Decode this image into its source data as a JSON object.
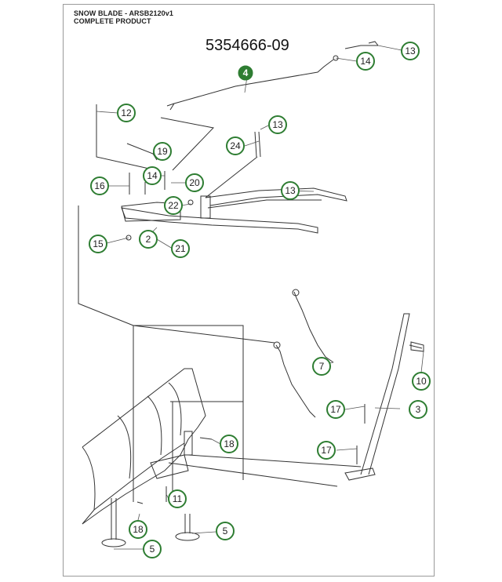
{
  "header": {
    "line1": "SNOW BLADE - ARSB2120v1",
    "line2": "COMPLETE PRODUCT"
  },
  "part_number": "5354666-09",
  "colors": {
    "callout_ring": "#2e7d32",
    "callout_highlight_fill": "#2e7d32",
    "line_art": "#333333"
  },
  "callouts": [
    {
      "id": "c13a",
      "label": "13"
    },
    {
      "id": "c14a",
      "label": "14"
    },
    {
      "id": "c4",
      "label": "4",
      "highlighted": true
    },
    {
      "id": "c12",
      "label": "12"
    },
    {
      "id": "c13b",
      "label": "13"
    },
    {
      "id": "c24",
      "label": "24"
    },
    {
      "id": "c19",
      "label": "19"
    },
    {
      "id": "c14b",
      "label": "14"
    },
    {
      "id": "c20",
      "label": "20"
    },
    {
      "id": "c16",
      "label": "16"
    },
    {
      "id": "c13c",
      "label": "13"
    },
    {
      "id": "c22",
      "label": "22"
    },
    {
      "id": "c2",
      "label": "2"
    },
    {
      "id": "c15",
      "label": "15"
    },
    {
      "id": "c21",
      "label": "21"
    },
    {
      "id": "c7",
      "label": "7"
    },
    {
      "id": "c10",
      "label": "10"
    },
    {
      "id": "c3",
      "label": "3"
    },
    {
      "id": "c17a",
      "label": "17"
    },
    {
      "id": "c18a",
      "label": "18"
    },
    {
      "id": "c17b",
      "label": "17"
    },
    {
      "id": "c11",
      "label": "11"
    },
    {
      "id": "c18b",
      "label": "18"
    },
    {
      "id": "c5a",
      "label": "5"
    },
    {
      "id": "c5b",
      "label": "5"
    }
  ]
}
